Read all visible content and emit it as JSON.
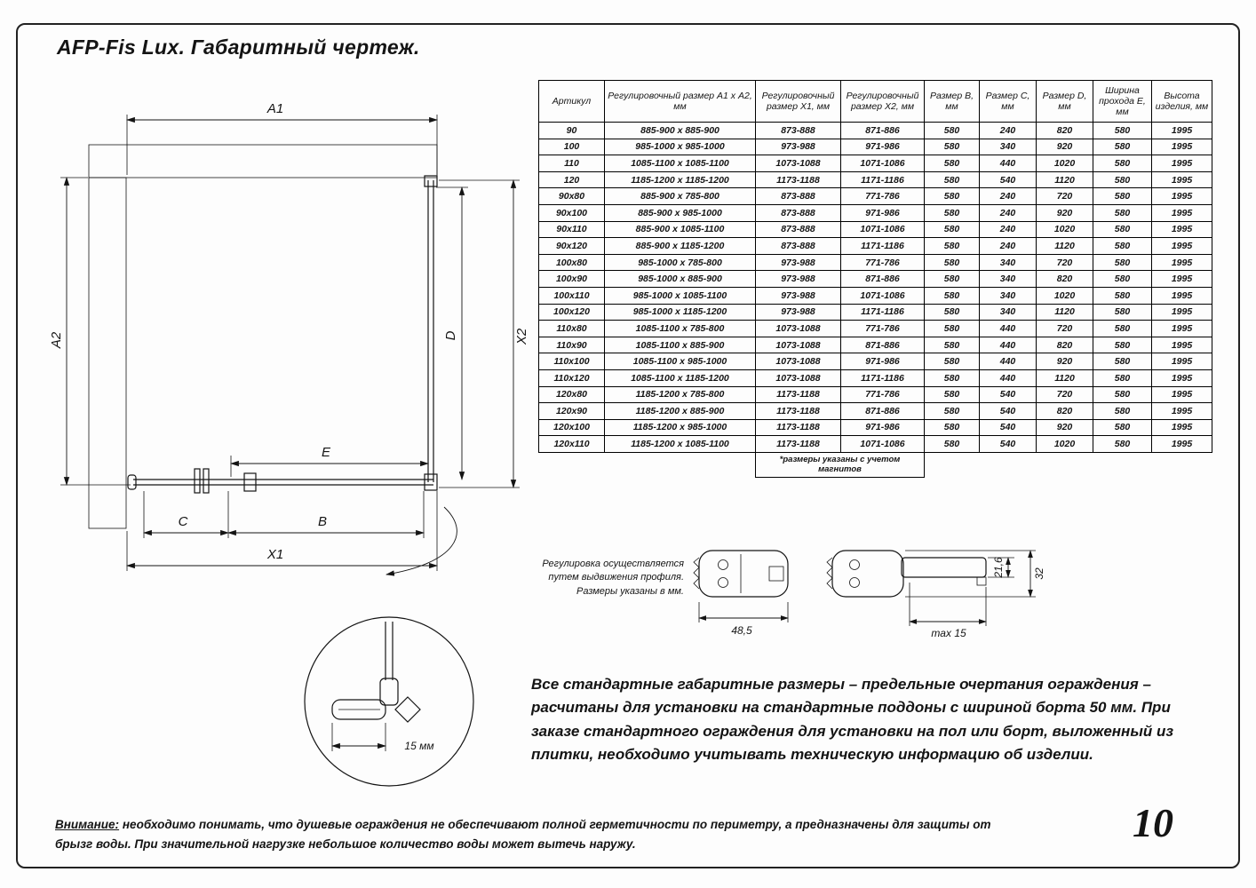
{
  "page": {
    "title": "AFP-Fis Lux. Габаритный чертеж.",
    "page_number": "10"
  },
  "table": {
    "headers": [
      "Артикул",
      "Регулировочный размер А1 х А2, мм",
      "Регулировочный размер Х1, мм",
      "Регулировочный размер Х2, мм",
      "Размер В, мм",
      "Размер С, мм",
      "Размер D, мм",
      "Ширина прохода Е, мм",
      "Высота изделия, мм"
    ],
    "rows": [
      [
        "90",
        "885-900 x 885-900",
        "873-888",
        "871-886",
        "580",
        "240",
        "820",
        "580",
        "1995"
      ],
      [
        "100",
        "985-1000 x 985-1000",
        "973-988",
        "971-986",
        "580",
        "340",
        "920",
        "580",
        "1995"
      ],
      [
        "110",
        "1085-1100 x 1085-1100",
        "1073-1088",
        "1071-1086",
        "580",
        "440",
        "1020",
        "580",
        "1995"
      ],
      [
        "120",
        "1185-1200 x 1185-1200",
        "1173-1188",
        "1171-1186",
        "580",
        "540",
        "1120",
        "580",
        "1995"
      ],
      [
        "90x80",
        "885-900 x 785-800",
        "873-888",
        "771-786",
        "580",
        "240",
        "720",
        "580",
        "1995"
      ],
      [
        "90x100",
        "885-900 x 985-1000",
        "873-888",
        "971-986",
        "580",
        "240",
        "920",
        "580",
        "1995"
      ],
      [
        "90x110",
        "885-900 x 1085-1100",
        "873-888",
        "1071-1086",
        "580",
        "240",
        "1020",
        "580",
        "1995"
      ],
      [
        "90x120",
        "885-900 x 1185-1200",
        "873-888",
        "1171-1186",
        "580",
        "240",
        "1120",
        "580",
        "1995"
      ],
      [
        "100x80",
        "985-1000 x 785-800",
        "973-988",
        "771-786",
        "580",
        "340",
        "720",
        "580",
        "1995"
      ],
      [
        "100x90",
        "985-1000 x 885-900",
        "973-988",
        "871-886",
        "580",
        "340",
        "820",
        "580",
        "1995"
      ],
      [
        "100x110",
        "985-1000 x 1085-1100",
        "973-988",
        "1071-1086",
        "580",
        "340",
        "1020",
        "580",
        "1995"
      ],
      [
        "100x120",
        "985-1000 x 1185-1200",
        "973-988",
        "1171-1186",
        "580",
        "340",
        "1120",
        "580",
        "1995"
      ],
      [
        "110x80",
        "1085-1100 x 785-800",
        "1073-1088",
        "771-786",
        "580",
        "440",
        "720",
        "580",
        "1995"
      ],
      [
        "110x90",
        "1085-1100 x 885-900",
        "1073-1088",
        "871-886",
        "580",
        "440",
        "820",
        "580",
        "1995"
      ],
      [
        "110x100",
        "1085-1100 x 985-1000",
        "1073-1088",
        "971-986",
        "580",
        "440",
        "920",
        "580",
        "1995"
      ],
      [
        "110x120",
        "1085-1100 x 1185-1200",
        "1073-1088",
        "1171-1186",
        "580",
        "440",
        "1120",
        "580",
        "1995"
      ],
      [
        "120x80",
        "1185-1200 x 785-800",
        "1173-1188",
        "771-786",
        "580",
        "540",
        "720",
        "580",
        "1995"
      ],
      [
        "120x90",
        "1185-1200 x 885-900",
        "1173-1188",
        "871-886",
        "580",
        "540",
        "820",
        "580",
        "1995"
      ],
      [
        "120x100",
        "1185-1200 x 985-1000",
        "1173-1188",
        "971-986",
        "580",
        "540",
        "920",
        "580",
        "1995"
      ],
      [
        "120x110",
        "1185-1200 x 1085-1100",
        "1173-1188",
        "1071-1086",
        "580",
        "540",
        "1020",
        "580",
        "1995"
      ]
    ],
    "footnote": "*размеры указаны с учетом магнитов"
  },
  "drawing": {
    "labels": {
      "a1": "A1",
      "a2": "A2",
      "x1": "X1",
      "x2": "X2",
      "b": "B",
      "c": "C",
      "d": "D",
      "e": "E"
    },
    "detail_dim": "15 мм"
  },
  "profiles": {
    "note": "Регулировка осуществляется\nпутем выдвижения профиля.\nРазмеры указаны в мм.",
    "dims": {
      "width1": "48,5",
      "width2": "max 15",
      "h_inner": "21,6",
      "h_outer": "32"
    }
  },
  "body_text": "Все стандартные габаритные размеры – предельные очертания ограждения – расчитаны для установки на стандартные поддоны с шириной борта 50 мм. При заказе стандартного ограждения для установки на пол или борт, выложенный из плитки, необходимо учитывать техническую информацию об изделии.",
  "warning": {
    "label": "Внимание:",
    "text": " необходимо понимать, что душевые ограждения не обеспечивают полной герметичности по периметру, а предназначены для защиты от брызг воды. При значительной нагрузке небольшое количество воды может вытечь наружу."
  }
}
